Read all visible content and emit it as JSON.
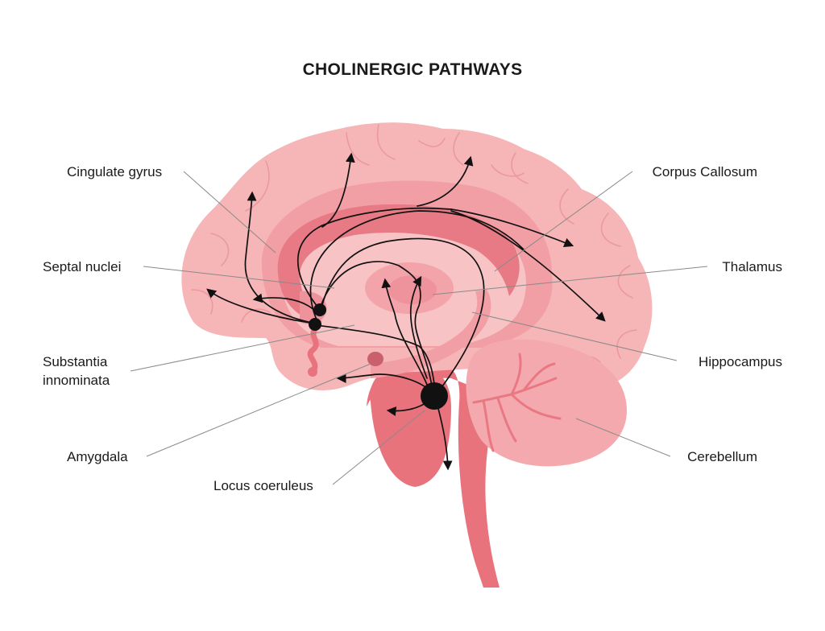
{
  "title": "CHOLINERGIC PATHWAYS",
  "labels": {
    "cingulate_gyrus": "Cingulate gyrus",
    "septal_nuclei": "Septal nuclei",
    "substantia_innominata_line1": "Substantia",
    "substantia_innominata_line2": "innominata",
    "amygdala": "Amygdala",
    "locus_coeruleus": "Locus coeruleus",
    "corpus_callosum": "Corpus Callosum",
    "thalamus": "Thalamus",
    "hippocampus": "Hippocampus",
    "cerebellum": "Cerebellum"
  },
  "colors": {
    "cortex": "#f6b5b7",
    "cortex_fold": "#ea9a9f",
    "limbic": "#f19ea4",
    "inner": "#f7c3c5",
    "corpus_callosum": "#e77a84",
    "thalamus": "#f2a4aa",
    "brainstem": "#e8737d",
    "cerebellum": "#f4a9ae",
    "pathway": "#111111",
    "leader_line": "#8a8a8a"
  }
}
